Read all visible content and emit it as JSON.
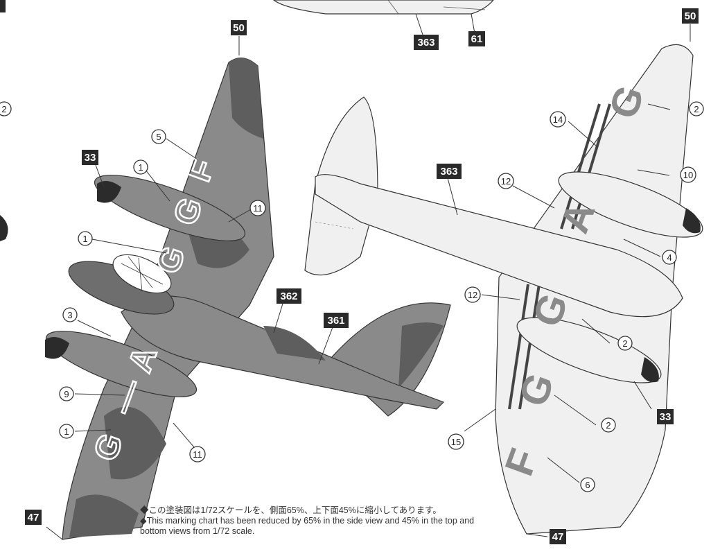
{
  "markings": {
    "boxes": [
      {
        "id": "b50a",
        "label": "50"
      },
      {
        "id": "b363a",
        "label": "363"
      },
      {
        "id": "b61",
        "label": "61"
      },
      {
        "id": "b50b",
        "label": "50"
      },
      {
        "id": "b33a",
        "label": "33"
      },
      {
        "id": "b362",
        "label": "362"
      },
      {
        "id": "b361",
        "label": "361"
      },
      {
        "id": "b363b",
        "label": "363"
      },
      {
        "id": "b33b",
        "label": "33"
      },
      {
        "id": "b47a",
        "label": "47"
      },
      {
        "id": "b47b",
        "label": "47"
      }
    ],
    "circles": [
      {
        "id": "c2a",
        "label": "2"
      },
      {
        "id": "c5",
        "label": "5"
      },
      {
        "id": "c1a",
        "label": "1"
      },
      {
        "id": "c11a",
        "label": "11"
      },
      {
        "id": "c1b",
        "label": "1"
      },
      {
        "id": "c3",
        "label": "3"
      },
      {
        "id": "c9",
        "label": "9"
      },
      {
        "id": "c1c",
        "label": "1"
      },
      {
        "id": "c11b",
        "label": "11"
      },
      {
        "id": "c14",
        "label": "14"
      },
      {
        "id": "c2b",
        "label": "2"
      },
      {
        "id": "c10",
        "label": "10"
      },
      {
        "id": "c12a",
        "label": "12"
      },
      {
        "id": "c4",
        "label": "4"
      },
      {
        "id": "c12b",
        "label": "12"
      },
      {
        "id": "c2c",
        "label": "2"
      },
      {
        "id": "c2d",
        "label": "2"
      },
      {
        "id": "c15",
        "label": "15"
      },
      {
        "id": "c6",
        "label": "6"
      }
    ]
  },
  "top_registration": [
    "G",
    "G",
    "F",
    "G",
    "—",
    "A"
  ],
  "bottom_registration": [
    "G",
    "A",
    "G",
    "G",
    "F"
  ],
  "notes": {
    "jp": "◆この塗装図は1/72スケールを、側面65%、上下面45%に縮小してあります。",
    "en": "◆This marking chart has been reduced by 65% in the side view and 45% in the top and bottom views from 1/72 scale."
  },
  "colors": {
    "top_base": "#8a8a8a",
    "top_camo": "#5e5e5e",
    "under": "#f0f0f0",
    "ink": "#333333"
  }
}
